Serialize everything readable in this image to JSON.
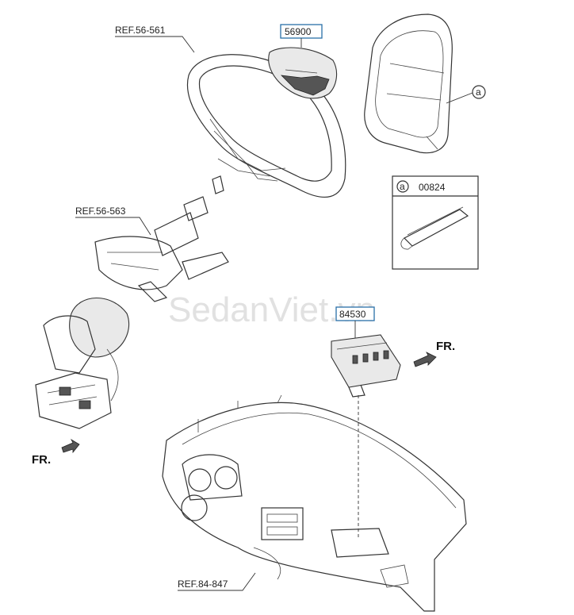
{
  "labels": {
    "ref_wheel": "REF.56-561",
    "ref_column": "REF.56-563",
    "ref_dash": "REF.84-847",
    "part_driver_airbag": "56900",
    "part_passenger_airbag": "84530",
    "inset_part": "00824",
    "callout_letter": "a",
    "front_left": "FR.",
    "front_right": "FR."
  },
  "watermark": "SedanViet.vn",
  "colors": {
    "callout_box": "#2a6fa8",
    "line": "#333333"
  }
}
